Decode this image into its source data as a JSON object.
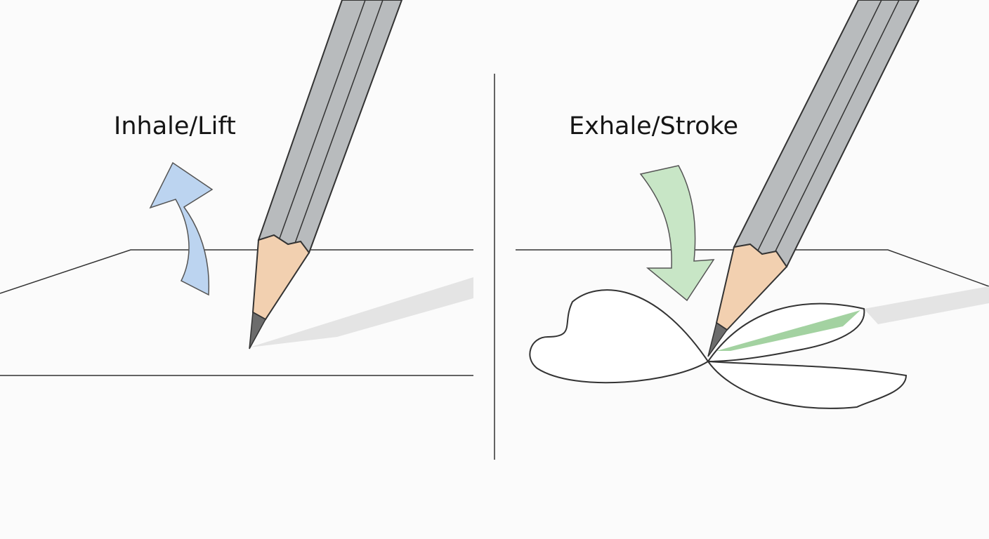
{
  "panels": [
    {
      "label": "Inhale/Lift",
      "arrow_color": "#bcd4f0",
      "arrow_direction": "up"
    },
    {
      "label": "Exhale/Stroke",
      "arrow_color": "#c8e6c6",
      "arrow_direction": "down",
      "stroke_color": "#8cc78a"
    }
  ],
  "colors": {
    "pencil_body": "#b8bbbd",
    "pencil_wood": "#f2d0b0",
    "divider": "#333333"
  }
}
